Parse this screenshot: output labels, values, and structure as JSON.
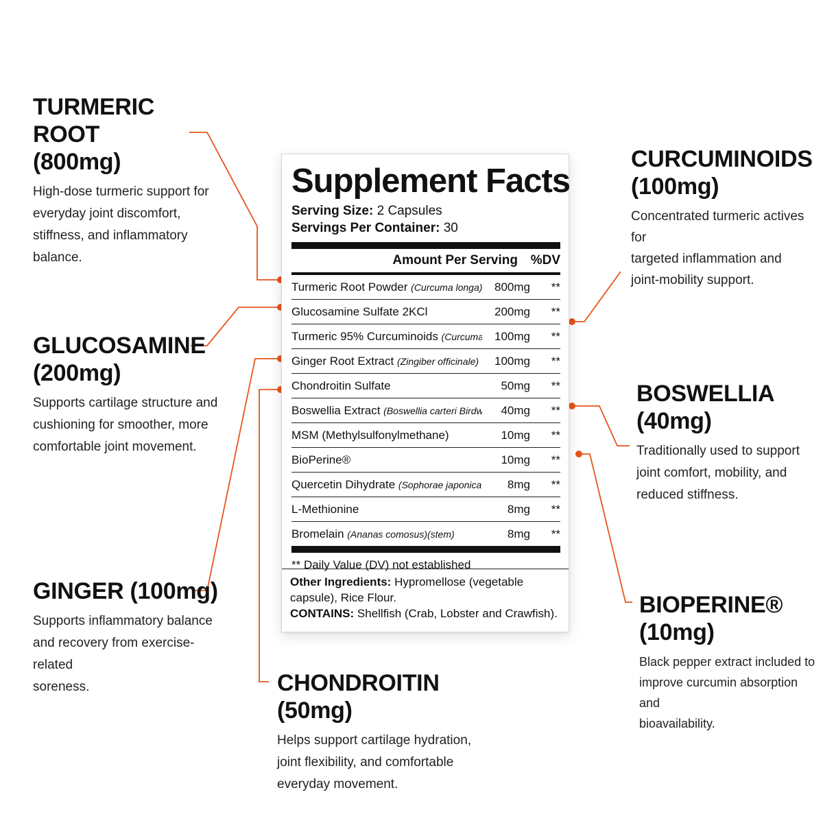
{
  "callouts": {
    "turmeric": {
      "title_line1": "TURMERIC ROOT",
      "title_line2": "(800mg)",
      "desc_lines": [
        "High-dose turmeric support for",
        "everyday joint discomfort,",
        "stiffness, and inflammatory",
        "balance."
      ]
    },
    "glucosamine": {
      "title_line1": "GLUCOSAMINE",
      "title_line2": "(200mg)",
      "desc_lines": [
        "Supports cartilage structure and",
        "cushioning for smoother, more",
        "comfortable joint movement."
      ]
    },
    "ginger": {
      "title_line1": "GINGER (100mg)",
      "desc_lines": [
        "Supports inflammatory balance",
        "and recovery from exercise-related",
        "soreness."
      ]
    },
    "chondroitin": {
      "title_line1": "CHONDROITIN (50mg)",
      "desc_lines": [
        "Helps support cartilage hydration,",
        "joint flexibility, and comfortable",
        "everyday movement."
      ]
    },
    "curcuminoids": {
      "title_line1": "CURCUMINOIDS",
      "title_line2": "(100mg)",
      "desc_lines": [
        "Concentrated turmeric actives for",
        "targeted inflammation and",
        "joint-mobility support."
      ]
    },
    "boswellia": {
      "title_line1": "BOSWELLIA",
      "title_line2": "(40mg)",
      "desc_lines": [
        "Traditionally used to support",
        "joint comfort, mobility, and",
        "reduced stiffness."
      ]
    },
    "bioperine": {
      "title_line1": "BIOPERINE®",
      "title_line2": "(10mg)",
      "desc_lines": [
        "Black pepper extract included to",
        "improve curcumin absorption and",
        "bioavailability."
      ]
    }
  },
  "facts": {
    "title": "Supplement Facts",
    "serving_size_label": "Serving Size:",
    "serving_size_value": " 2 Capsules",
    "servings_label": "Servings Per Container:",
    "servings_value": " 30",
    "amount_header": "Amount Per Serving",
    "dv_header": "%DV",
    "ingredients": [
      {
        "name": "Turmeric Root Powder ",
        "latin": "(Curcuma longa)",
        "amount": "800mg",
        "dv": "**"
      },
      {
        "name": "Glucosamine Sulfate 2KCl",
        "latin": "",
        "amount": "200mg",
        "dv": "**"
      },
      {
        "name": "Turmeric 95% Curcuminoids ",
        "latin": "(Curcuma longa)(root)",
        "amount": "100mg",
        "dv": "**"
      },
      {
        "name": "Ginger Root Extract ",
        "latin": "(Zingiber officinale)",
        "amount": "100mg",
        "dv": "**"
      },
      {
        "name": "Chondroitin Sulfate",
        "latin": "",
        "amount": "50mg",
        "dv": "**"
      },
      {
        "name": "Boswellia Extract ",
        "latin": "(Boswellia carteri Birdw.)(resin)",
        "amount": "40mg",
        "dv": "**"
      },
      {
        "name": "MSM (Methylsulfonylmethane)",
        "latin": "",
        "amount": "10mg",
        "dv": "**"
      },
      {
        "name": "BioPerine®",
        "latin": "",
        "amount": "10mg",
        "dv": "**"
      },
      {
        "name": "Quercetin Dihydrate ",
        "latin": "(Sophorae japonica L.)(flower)",
        "amount": "8mg",
        "dv": "**"
      },
      {
        "name": "L-Methionine",
        "latin": "",
        "amount": "8mg",
        "dv": "**"
      },
      {
        "name": "Bromelain ",
        "latin": "(Ananas comosus)(stem)",
        "amount": "8mg",
        "dv": "**"
      }
    ],
    "dv_note": "** Daily Value (DV) not established",
    "other_label": "Other Ingredients:",
    "other_value": " Hypromellose (vegetable capsule), Rice Flour.",
    "contains_label": "CONTAINS:",
    "contains_value": " Shellfish (Crab, Lobster and Crawfish)."
  },
  "colors": {
    "accent": "#e8541c",
    "text": "#111111"
  }
}
